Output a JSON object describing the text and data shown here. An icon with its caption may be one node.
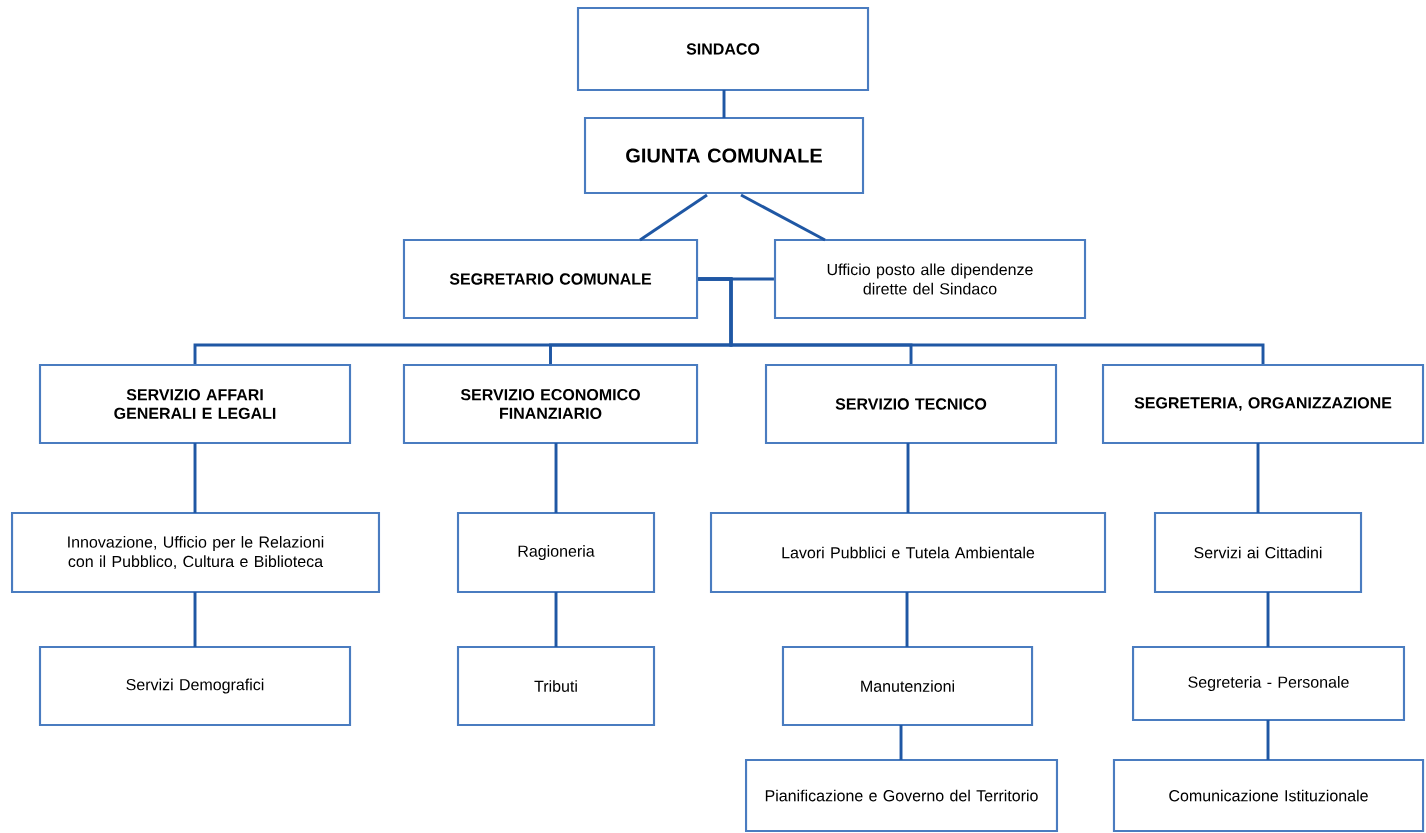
{
  "diagram": {
    "nodes": [
      {
        "text": [
          "SINDACO"
        ]
      },
      {
        "text": [
          "GIUNTA COMUNALE"
        ]
      },
      {
        "text": [
          "SEGRETARIO COMUNALE"
        ]
      },
      {
        "text": [
          "Ufficio posto alle dipendenze dirette del Sindaco"
        ]
      },
      {
        "text": [
          "SERVIZIO AFFARI GENERALI E LEGALI"
        ]
      },
      {
        "text": [
          "SERVIZIO ECONOMICO FINANZIARIO"
        ]
      },
      {
        "text": [
          "SERVIZIO TECNICO"
        ]
      },
      {
        "text": [
          "SEGRETERIA, ORGANIZZAZIONE"
        ]
      },
      {
        "text": [
          "Innovazione, Ufficio per le Relazioni con il Pubblico, Cultura e Biblioteca"
        ]
      },
      {
        "text": [
          "Ragioneria"
        ]
      },
      {
        "text": [
          "Lavori Pubblici e Tutela Ambientale"
        ]
      },
      {
        "text": [
          "Servizi ai Cittadini"
        ]
      },
      {
        "text": [
          "Servizi Demografici"
        ]
      },
      {
        "text": [
          "Tributi"
        ]
      },
      {
        "text": [
          "Manutenzioni"
        ]
      },
      {
        "text": [
          "Segreteria - Personale"
        ]
      },
      {
        "text": [
          "Pianificazione e Governo del Territorio"
        ]
      },
      {
        "text": [
          "Comunicazione Istituzionale"
        ]
      }
    ],
    "edges": [
      {
        "from": 0,
        "to": 1,
        "arrow": "none"
      },
      {
        "from": 1,
        "to": 2,
        "arrow": "none"
      },
      {
        "from": 1,
        "to": 3,
        "arrow": "none"
      },
      {
        "from": 2,
        "to": 3,
        "arrow": "none"
      },
      {
        "from": 2,
        "to": 4,
        "arrow": "none"
      },
      {
        "from": 2,
        "to": 5,
        "arrow": "none"
      },
      {
        "from": 2,
        "to": 6,
        "arrow": "none"
      },
      {
        "from": 2,
        "to": 7,
        "arrow": "none"
      },
      {
        "from": 4,
        "to": 8,
        "arrow": "none"
      },
      {
        "from": 8,
        "to": 12,
        "arrow": "none"
      },
      {
        "from": 5,
        "to": 9,
        "arrow": "none"
      },
      {
        "from": 9,
        "to": 13,
        "arrow": "none"
      },
      {
        "from": 6,
        "to": 10,
        "arrow": "none"
      },
      {
        "from": 10,
        "to": 14,
        "arrow": "none"
      },
      {
        "from": 14,
        "to": 16,
        "arrow": "none"
      },
      {
        "from": 7,
        "to": 11,
        "arrow": "none"
      },
      {
        "from": 11,
        "to": 15,
        "arrow": "none"
      },
      {
        "from": 15,
        "to": 17,
        "arrow": "none"
      }
    ]
  }
}
